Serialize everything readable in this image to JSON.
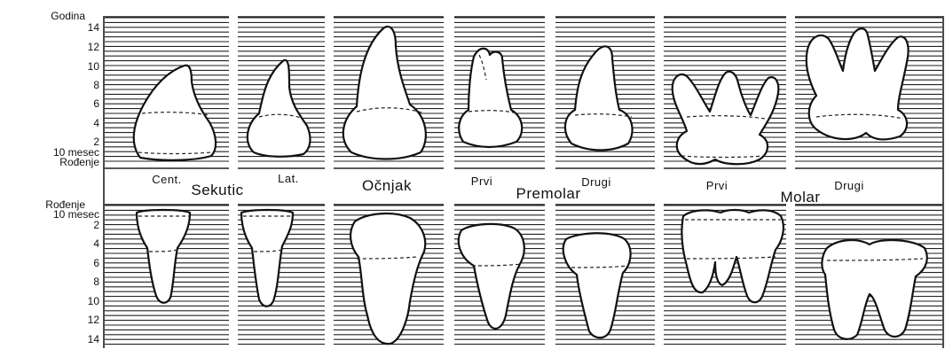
{
  "upper_axis": {
    "title": "Godina",
    "ticks": [
      "14",
      "12",
      "10",
      "8",
      "6",
      "4",
      "2"
    ],
    "extra_labels": [
      "10 mesec",
      "Rođenje"
    ]
  },
  "lower_axis": {
    "extra_labels": [
      "Rođenje",
      "10 mesec"
    ],
    "ticks": [
      "2",
      "4",
      "6",
      "8",
      "10",
      "12",
      "14"
    ]
  },
  "labels": {
    "central": "Cent.",
    "lateral": "Lat.",
    "incisor_group": "Sekutic",
    "canine": "Očnjak",
    "first": "Prvi",
    "second": "Drugi",
    "premolar_group": "Premolar",
    "first_molar": "Prvi",
    "second_molar": "Drugi",
    "molar_group": "Molar"
  },
  "colors": {
    "ink": "#111111",
    "background": "#ffffff"
  }
}
